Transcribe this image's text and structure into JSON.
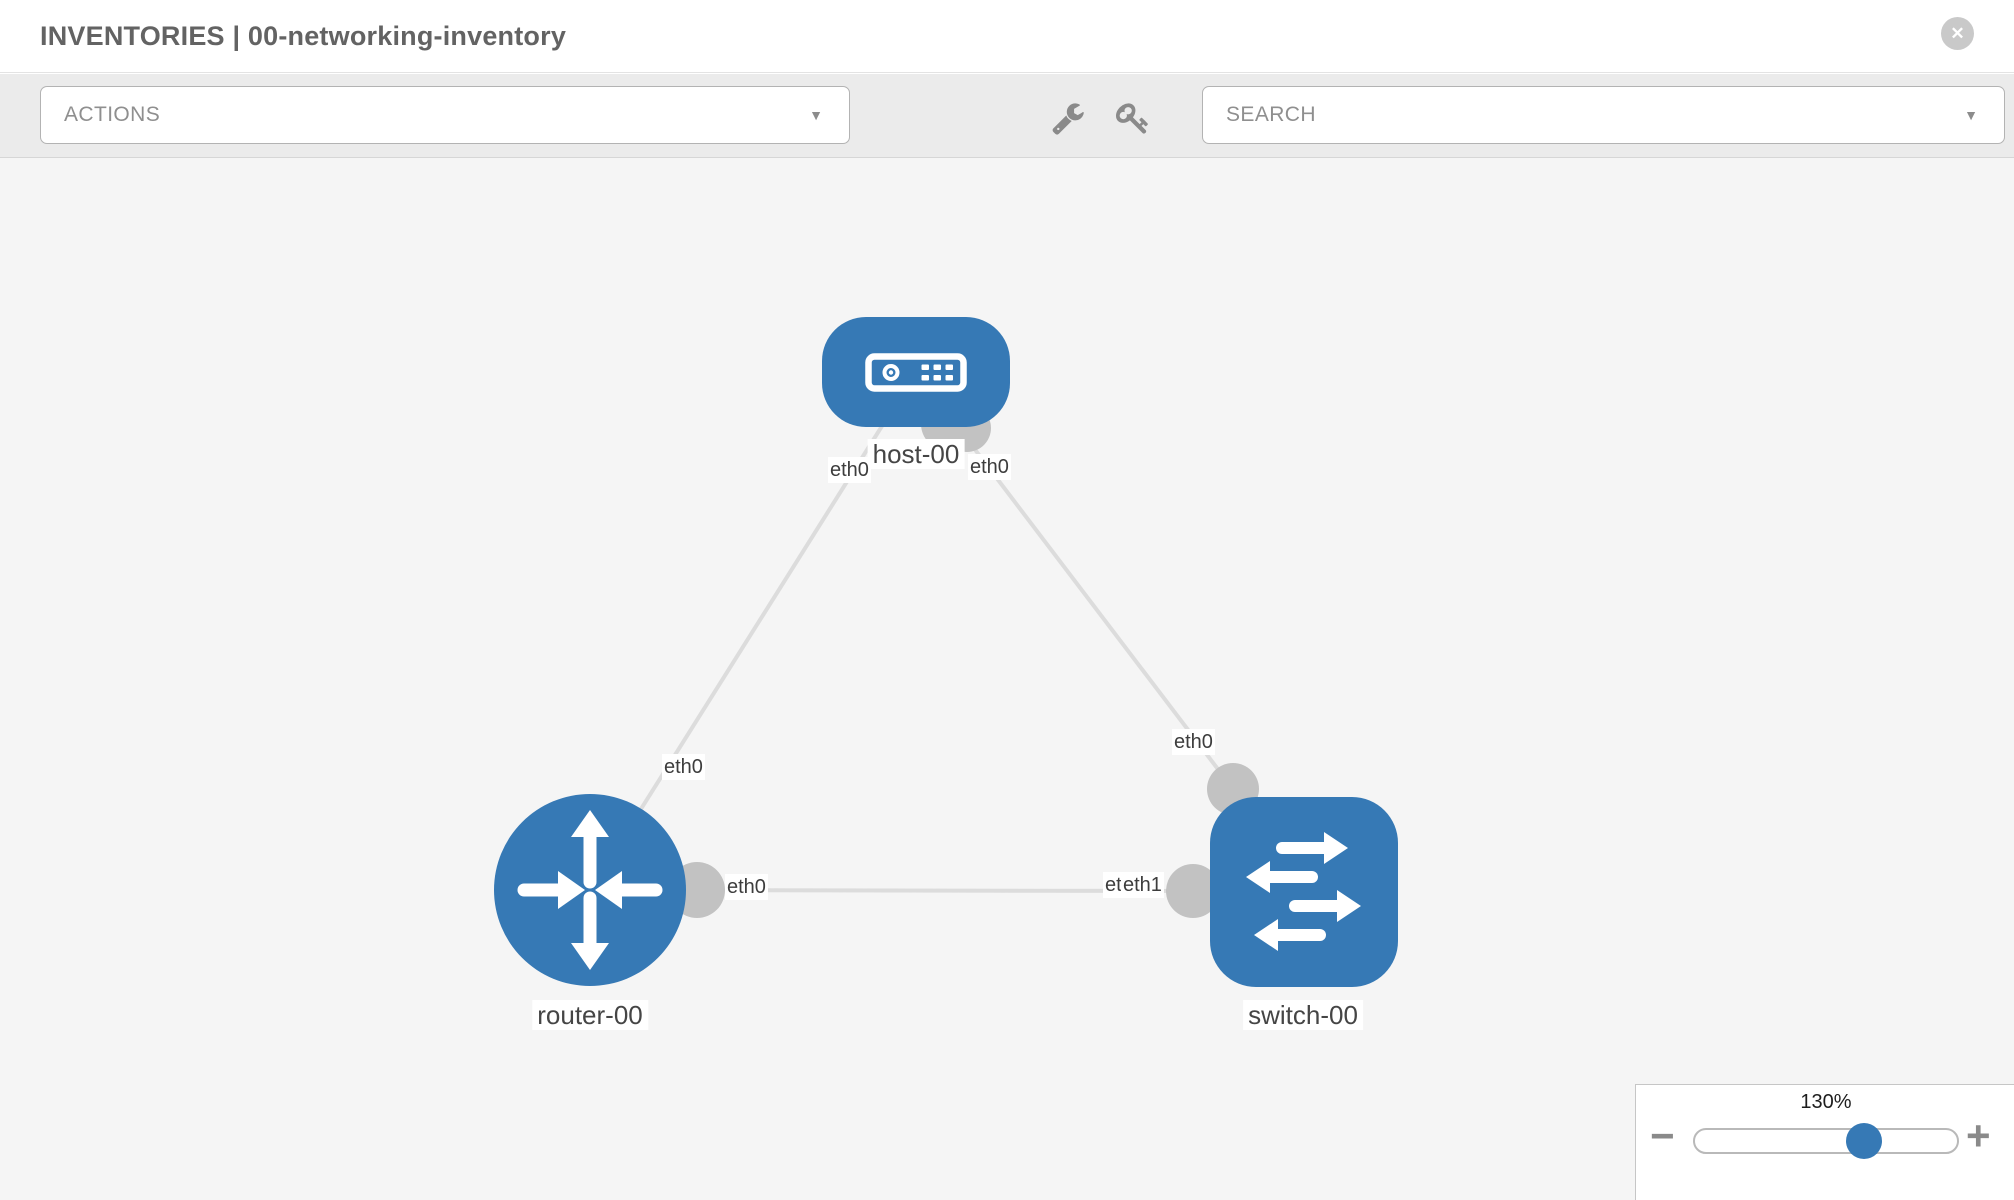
{
  "header": {
    "title": "INVENTORIES | 00-networking-inventory",
    "close_glyph": "✕"
  },
  "toolbar": {
    "actions": {
      "label": "ACTIONS",
      "caret_glyph": "▼"
    },
    "search": {
      "placeholder": "SEARCH",
      "caret_glyph": "▼"
    }
  },
  "topology": {
    "nodes": [
      {
        "id": "host-00",
        "type": "host",
        "label": "host-00"
      },
      {
        "id": "router-00",
        "type": "router",
        "label": "router-00"
      },
      {
        "id": "switch-00",
        "type": "switch",
        "label": "switch-00"
      }
    ],
    "links": [
      {
        "source": "host-00",
        "source_interface": "eth0",
        "target": "router-00",
        "target_interface": "eth0"
      },
      {
        "source": "host-00",
        "source_interface": "eth0",
        "target": "switch-00",
        "target_interface": "eth0"
      },
      {
        "source": "router-00",
        "source_interface": "eth0",
        "target": "switch-00",
        "target_interface": "eth1"
      }
    ],
    "port_labels": {
      "host_left": "eth0",
      "host_right": "eth0",
      "router_top": "eth0",
      "router_right": "eth0",
      "switch_top": "eth0",
      "switch_left_under": "eth1",
      "switch_left_over": "eth1"
    }
  },
  "zoom_control": {
    "value": "130%",
    "minus_glyph": "−",
    "plus_glyph": "+",
    "percent": 65
  },
  "colors": {
    "node_blue": "#3679b5",
    "link_gray": "#dcdcdc",
    "port_gray": "#c2c2c2",
    "toolbar_bg": "#ebebeb",
    "canvas_bg": "#f5f5f5",
    "icon_gray": "#8a8a8a",
    "title_text": "#636363",
    "label_text": "#3d3d3d"
  }
}
